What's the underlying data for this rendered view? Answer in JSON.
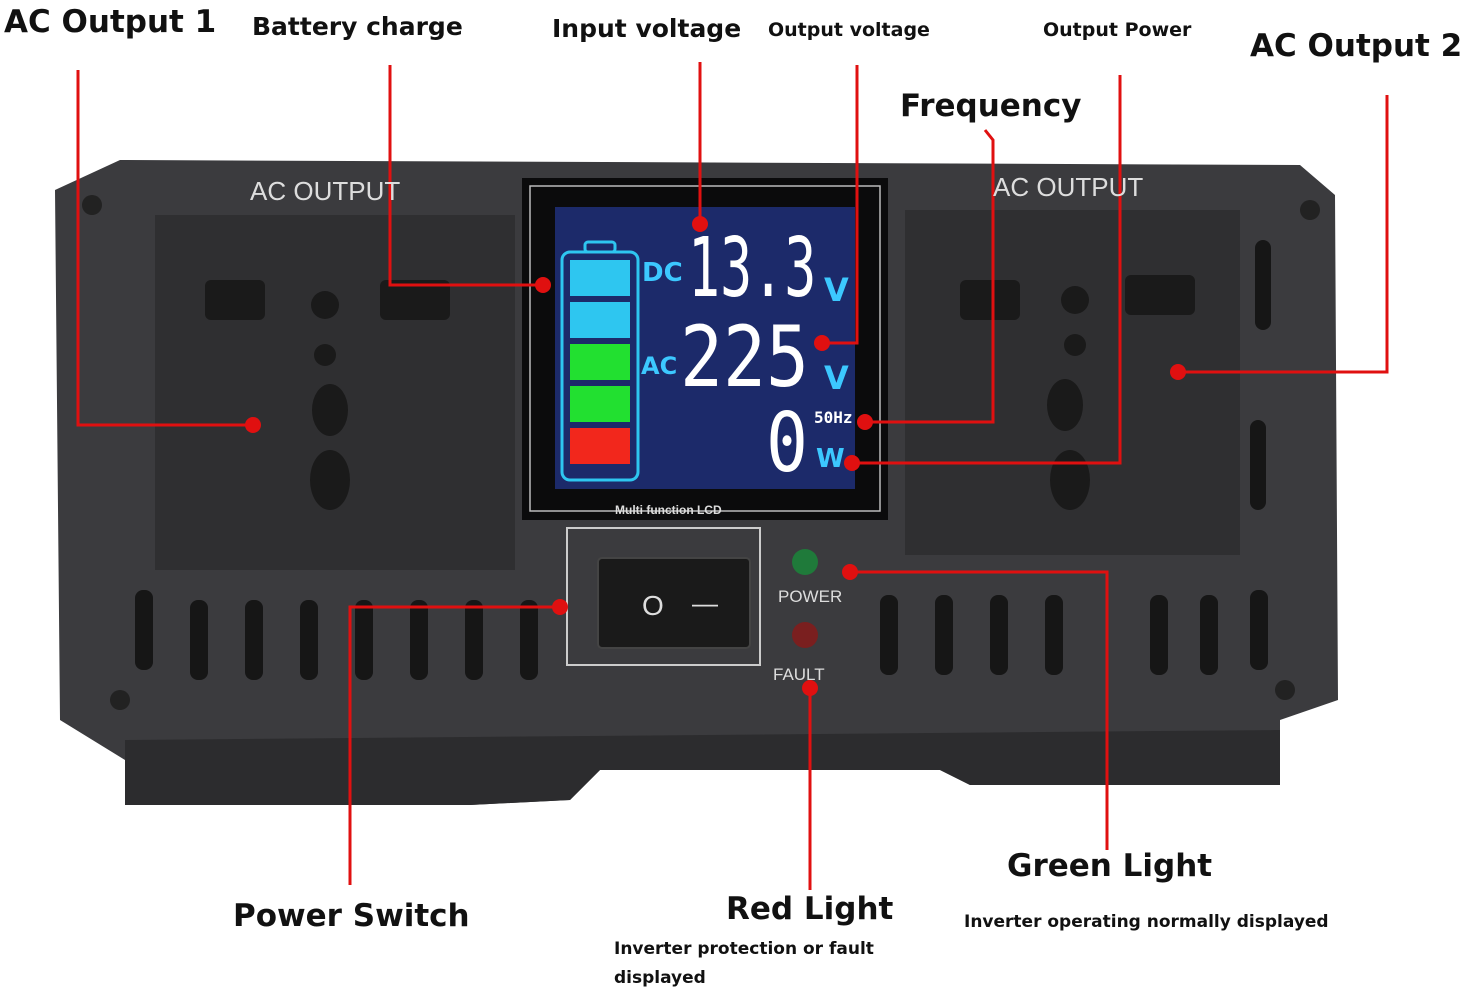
{
  "callouts": {
    "ac_output_1": "AC Output 1",
    "battery_charge": "Battery charge",
    "input_voltage": "Input voltage",
    "output_voltage": "Output voltage",
    "output_power": "Output Power",
    "ac_output_2": "AC Output 2",
    "frequency": "Frequency",
    "power_switch": "Power Switch",
    "red_light": "Red Light",
    "red_light_desc": "Inverter protection or fault displayed",
    "green_light": "Green Light",
    "green_light_desc": "Inverter operating normally displayed"
  },
  "device": {
    "left_socket_label": "AC OUTPUT",
    "right_socket_label": "AC OUTPUT",
    "power_led_label": "POWER",
    "fault_led_label": "FAULT",
    "lcd_caption": "Multi function LCD",
    "switch_on": "O",
    "switch_off": "—"
  },
  "lcd": {
    "dc_label": "DC",
    "ac_label": "AC",
    "input_voltage": "13.3",
    "input_unit": "V",
    "output_voltage": "225",
    "output_unit": "V",
    "frequency": "50Hz",
    "power": "0",
    "power_unit": "W",
    "battery_bars": [
      "#2ec6f0",
      "#2ec6f0",
      "#22e030",
      "#22e030",
      "#f2271c"
    ]
  },
  "colors": {
    "callout_line": "#e01010",
    "body": "#3a3a3c",
    "lcd_bg": "#1c2a6a"
  }
}
